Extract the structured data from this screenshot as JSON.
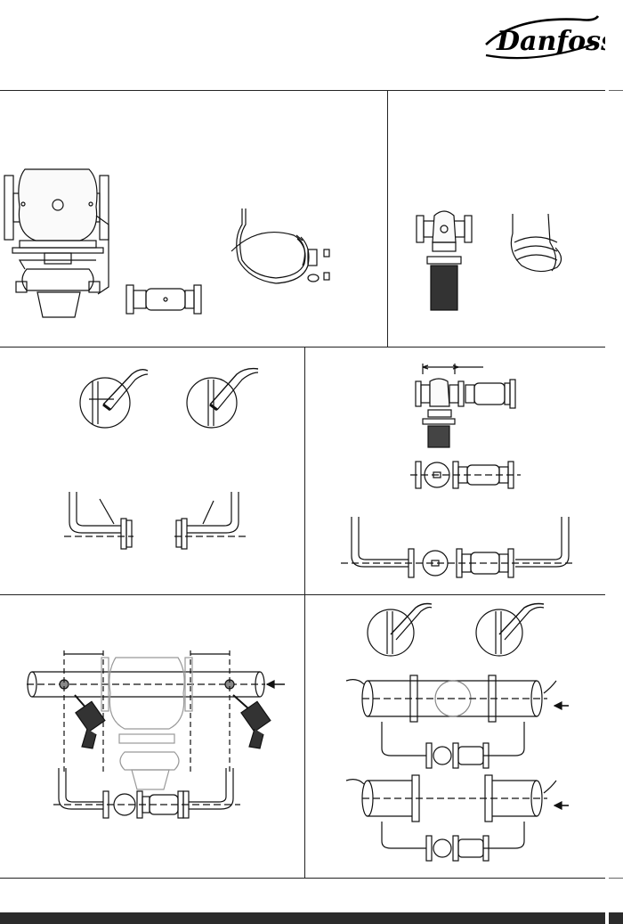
{
  "header": {
    "logo_text": "Danfoss",
    "brand_color": "#000000"
  },
  "panels": [
    {
      "id": "kit-large-valve"
    },
    {
      "id": "kit-small-valve"
    },
    {
      "id": "welding-nipples"
    },
    {
      "id": "assembly-order"
    },
    {
      "id": "flush-setup"
    },
    {
      "id": "bypass-welding"
    }
  ],
  "icons": {
    "flow_arrow": "arrow-left-icon",
    "weld_torch": "welding-torch-icon",
    "drill": "drill-icon"
  }
}
